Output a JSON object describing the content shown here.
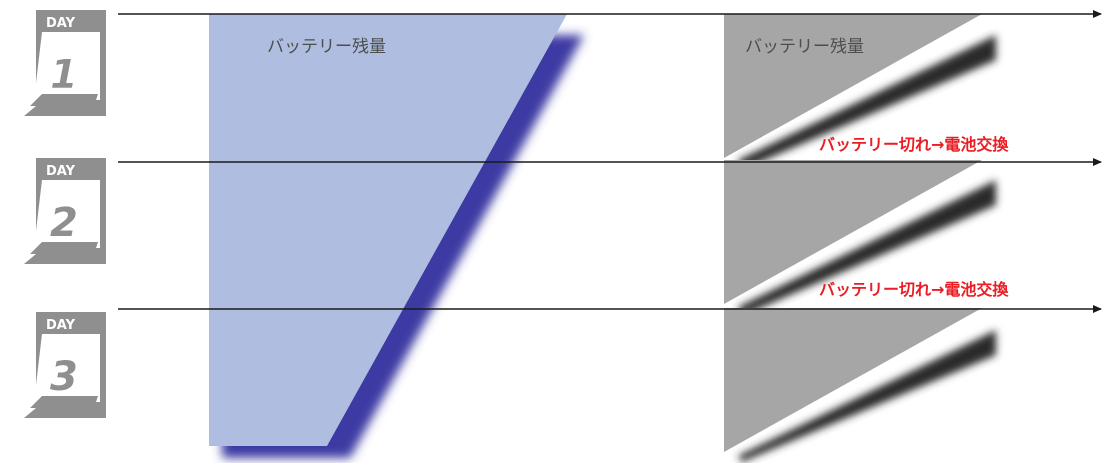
{
  "days": [
    {
      "tag": "DAY",
      "number": "1"
    },
    {
      "tag": "DAY",
      "number": "2"
    },
    {
      "tag": "DAY",
      "number": "3"
    }
  ],
  "left_panel": {
    "label": "バッテリー残量",
    "fill_color": "#aebde0",
    "shadow_color": "#3d3aa3"
  },
  "right_panel": {
    "label": "バッテリー残量",
    "fill_color": "#a6a6a7",
    "shadow_color": "#2b2b2b",
    "events": [
      {
        "text": "バッテリー切れ→電池交換"
      },
      {
        "text": "バッテリー切れ→電池交換"
      }
    ],
    "event_color": "#ea1c24"
  },
  "calendar_color": "#8f8f90",
  "timeline_color": "#1a1a1a"
}
